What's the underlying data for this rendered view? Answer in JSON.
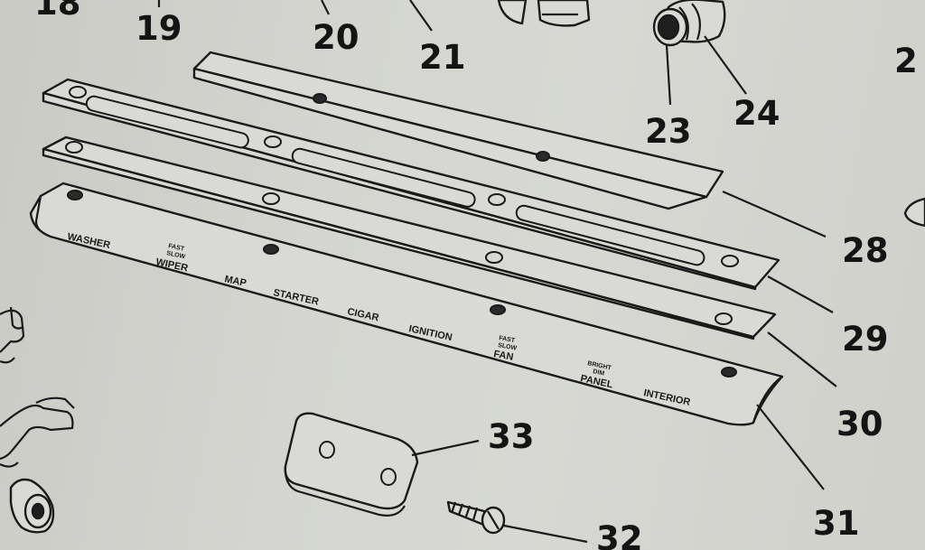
{
  "callouts": {
    "n18": "18",
    "n19": "19",
    "n20": "20",
    "n21": "21",
    "n23": "23",
    "n24": "24",
    "n2": "2",
    "n28": "28",
    "n29": "29",
    "n30": "30",
    "n31": "31",
    "n32": "32",
    "n33": "33"
  },
  "panel_labels": {
    "washer": "WASHER",
    "wiper_fast": "FAST",
    "wiper_slow": "SLOW",
    "wiper": "WIPER",
    "map": "MAP",
    "starter": "STARTER",
    "cigar": "CIGAR",
    "ignition": "IGNITION",
    "fan_fast": "FAST",
    "fan_slow": "SLOW",
    "fan": "FAN",
    "panel_bright": "BRIGHT",
    "panel_dim": "DIM",
    "panel": "PANEL",
    "interior": "INTERIOR"
  }
}
